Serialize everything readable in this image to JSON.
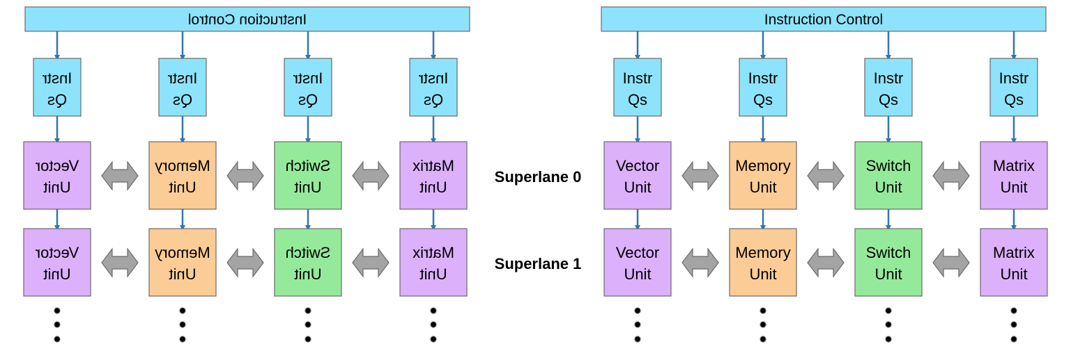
{
  "header_label": "Instruction Control",
  "queue_label": [
    "Instr",
    "Qs"
  ],
  "superlanes": [
    "Superlane 0",
    "Superlane 1"
  ],
  "left_panel": {
    "mirrored": true,
    "units": [
      {
        "name": [
          "Matrix",
          "Unit"
        ],
        "kind": "matrix"
      },
      {
        "name": [
          "Switch",
          "Unit"
        ],
        "kind": "switch"
      },
      {
        "name": [
          "Memory",
          "Unit"
        ],
        "kind": "memory"
      },
      {
        "name": [
          "Vector",
          "Unit"
        ],
        "kind": "vector"
      }
    ]
  },
  "right_panel": {
    "mirrored": false,
    "units": [
      {
        "name": [
          "Vector",
          "Unit"
        ],
        "kind": "vector"
      },
      {
        "name": [
          "Memory",
          "Unit"
        ],
        "kind": "memory"
      },
      {
        "name": [
          "Switch",
          "Unit"
        ],
        "kind": "switch"
      },
      {
        "name": [
          "Matrix",
          "Unit"
        ],
        "kind": "matrix"
      }
    ]
  },
  "colors": {
    "control": "#8de3fb",
    "queue": "#8de3fb",
    "vector": "#dcb0fb",
    "matrix": "#dcb0fb",
    "switch": "#94ea9a",
    "memory": "#fccc96",
    "connector": "#a4a4a4",
    "arrow": "#2f77ad",
    "outline": "#6a6a6a"
  },
  "icons": {
    "flow_arrow": "down-arrow-icon",
    "link": "double-headed-arrow-icon",
    "continuation": "vertical-ellipsis-icon"
  }
}
